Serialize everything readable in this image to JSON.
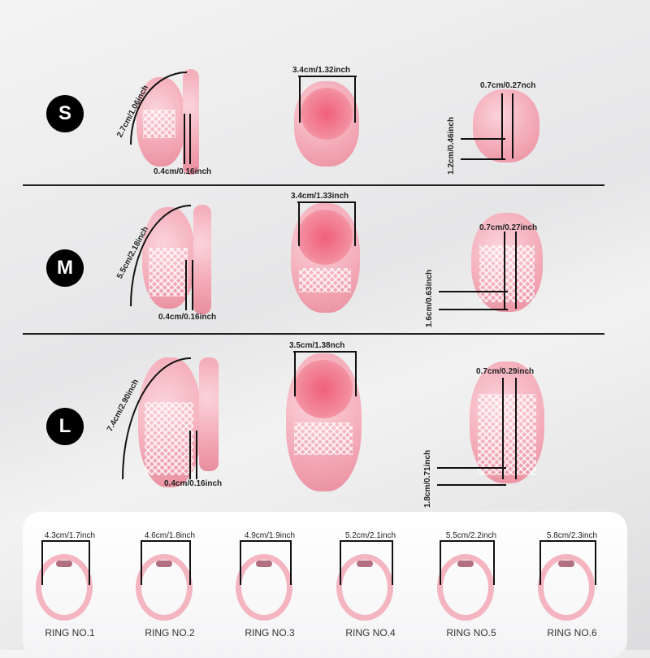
{
  "sizes": [
    {
      "label": "S",
      "arc": "2.7cm/1.06inch",
      "gap": "0.4cm/0.16inch",
      "front": "3.4cm/1.32inch",
      "hole_width": "0.7cm/0.27nch",
      "hole_length": "1.2cm/0.46inch"
    },
    {
      "label": "M",
      "arc": "5.5cm/2.18inch",
      "gap": "0.4cm/0.16inch",
      "front": "3.4cm/1.33inch",
      "hole_width": "0.7cm/0.27inch",
      "hole_length": "1.6cm/0.63inch"
    },
    {
      "label": "L",
      "arc": "7.4cm/2.90inch",
      "gap": "0.4cm/0.16inch",
      "front": "3.5cm/1.38nch",
      "hole_width": "0.7cm/0.29inch",
      "hole_length": "1.8cm/0.71inch"
    }
  ],
  "rings": [
    {
      "size": "4.3cm/1.7inch",
      "name": "RING NO.1"
    },
    {
      "size": "4.6cm/1.8inch",
      "name": "RING NO.2"
    },
    {
      "size": "4.9cm/1.9inch",
      "name": "RING NO.3"
    },
    {
      "size": "5.2cm/2.1inch",
      "name": "RING NO.4"
    },
    {
      "size": "5.5cm/2.2inch",
      "name": "RING NO.5"
    },
    {
      "size": "5.8cm/2.3inch",
      "name": "RING NO.6"
    }
  ]
}
